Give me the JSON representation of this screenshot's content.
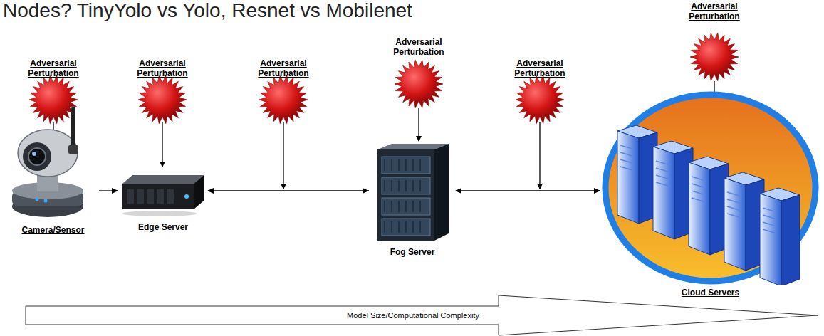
{
  "diagram": {
    "nodes": [
      {
        "text": [
          "Camera/Sensor"
        ]
      },
      {
        "text": [
          "Edge Server"
        ]
      },
      {
        "text": [
          "Fog Server"
        ]
      },
      {
        "text": [
          "Cloud Servers"
        ]
      },
      {
        "text": [
          "Model Size/Computational Complexity"
        ]
      }
    ],
    "edges": [
      {
        "from": 0,
        "to": 1,
        "arrow": "to"
      },
      {
        "from": 1,
        "to": 2,
        "arrow": "both"
      },
      {
        "from": 2,
        "to": 3,
        "arrow": "both"
      }
    ],
    "labels": [
      "Nodes? TinyYolo vs Yolo, Resnet vs Mobilenet",
      "Adversarial Perturbation",
      "Adversarial Perturbation",
      "Adversarial Perturbation",
      "Adversarial Perturbation",
      "Adversarial Perturbation",
      "Adversarial Perturbation"
    ]
  }
}
